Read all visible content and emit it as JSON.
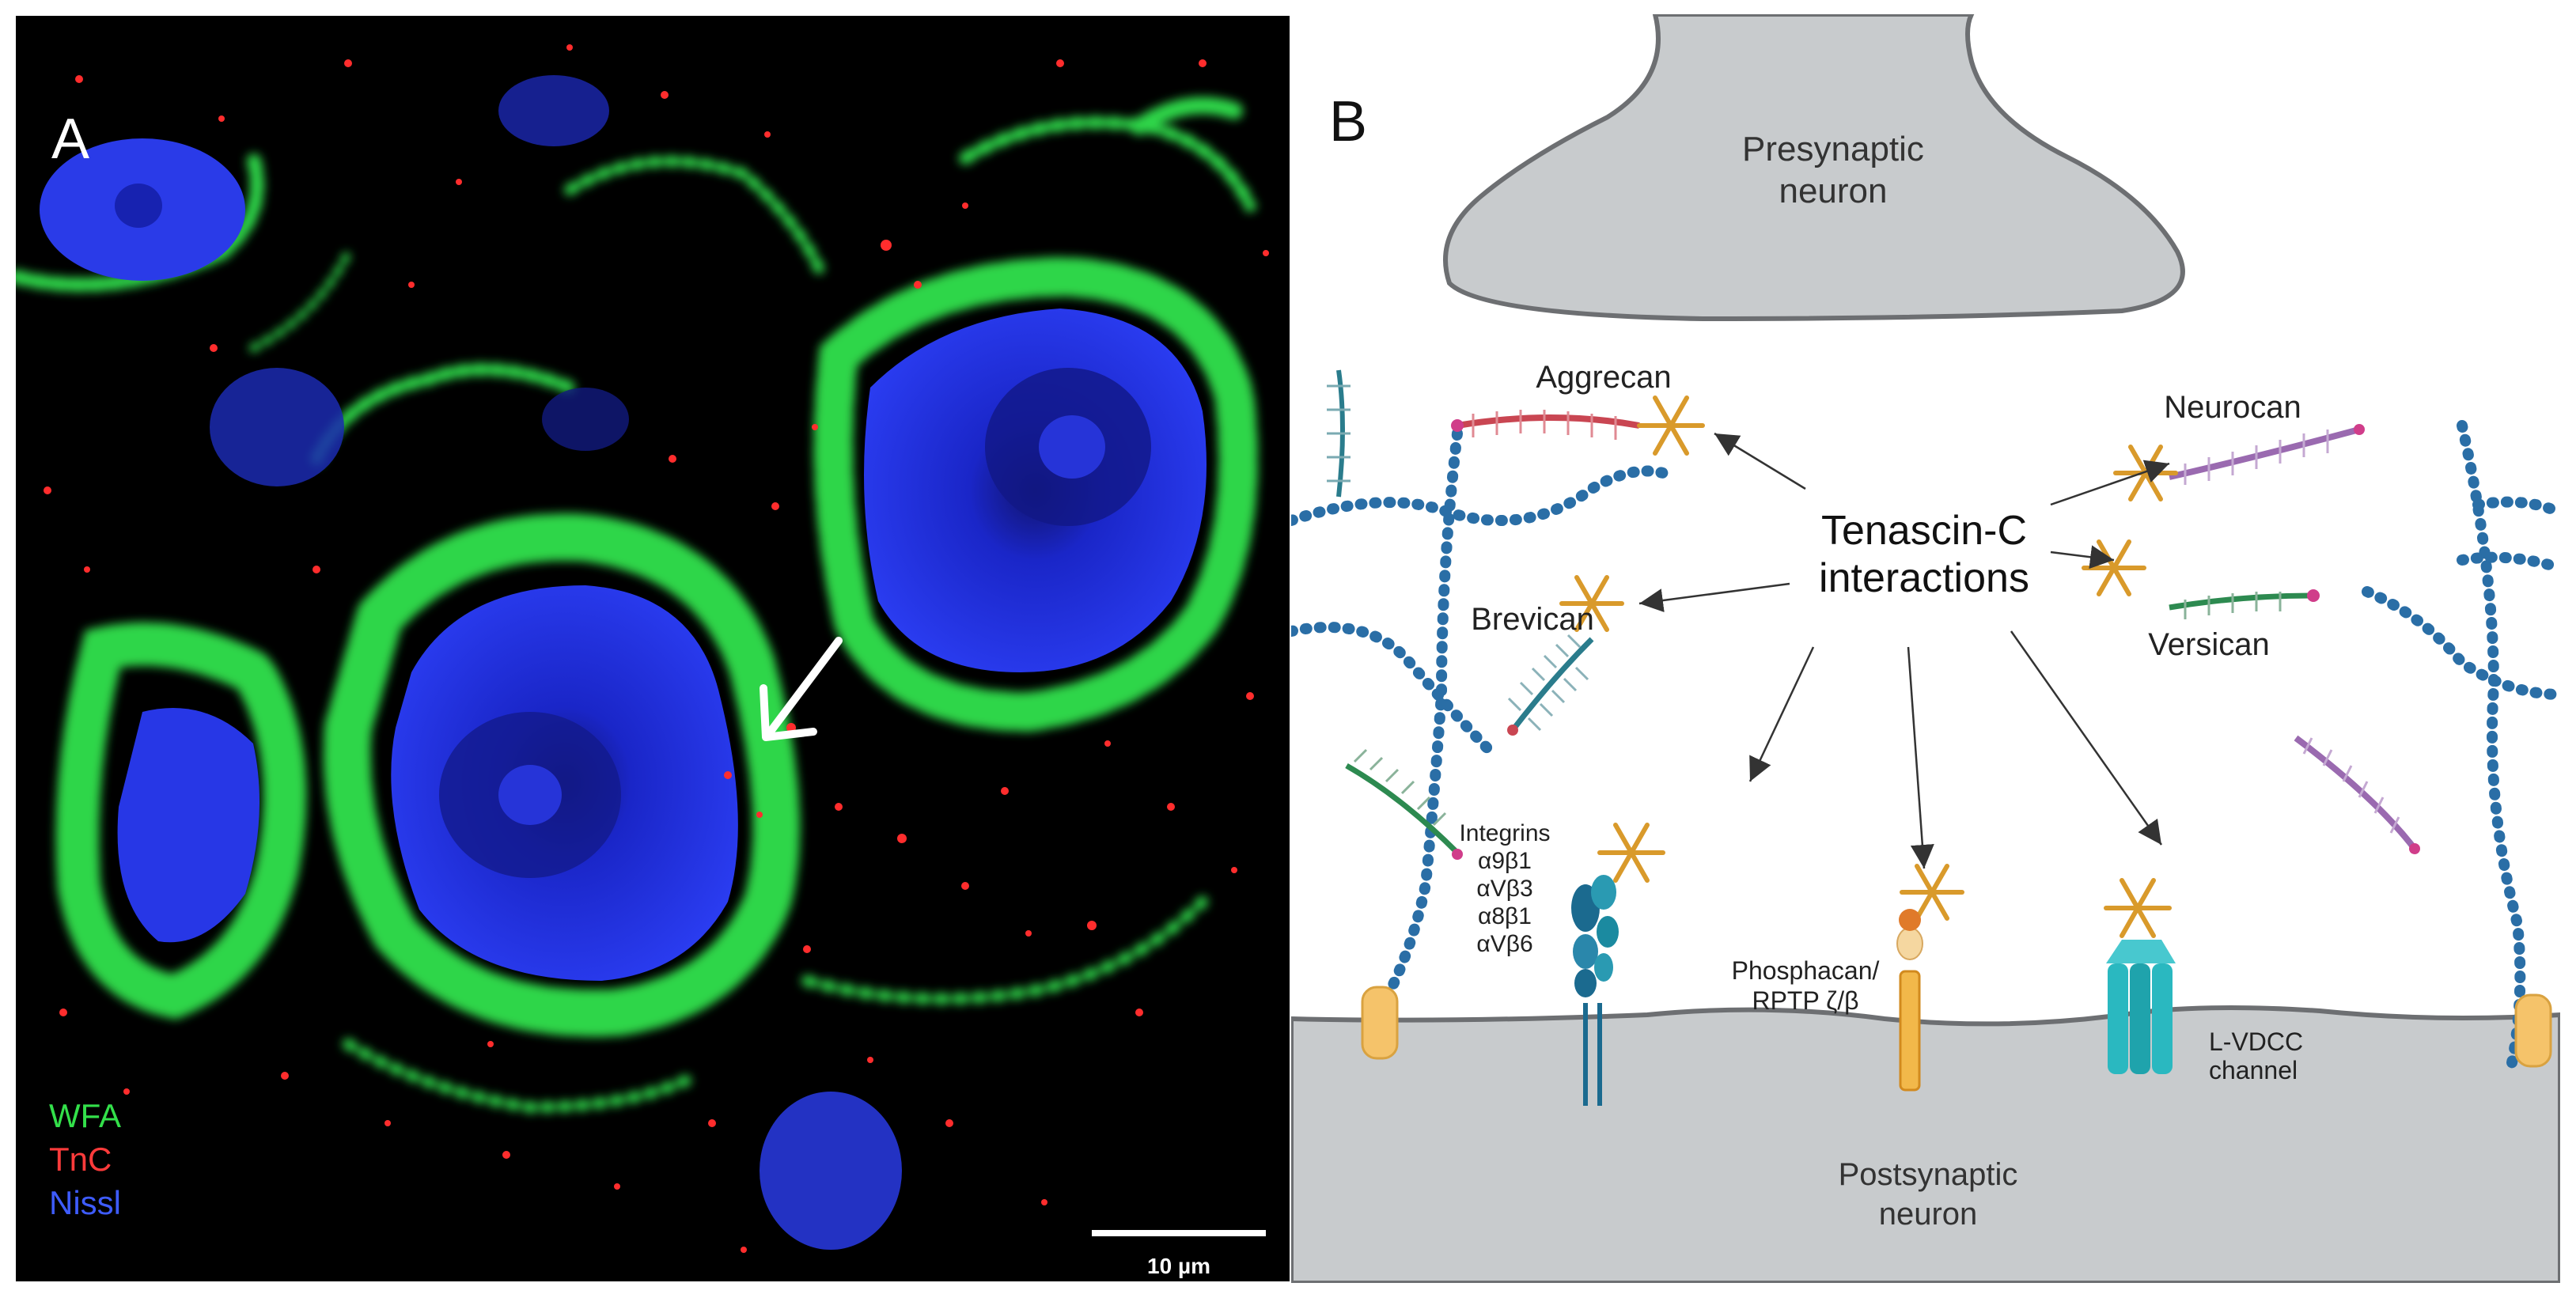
{
  "panel_a": {
    "letter": "A",
    "legend": [
      {
        "label": "WFA",
        "color": "#33e04a"
      },
      {
        "label": "TnC",
        "color": "#ff3b3b"
      },
      {
        "label": "Nissl",
        "color": "#3e5cff"
      }
    ],
    "scale_bar": "10 µm"
  },
  "panel_b": {
    "letter": "B",
    "presynaptic": [
      "Presynaptic",
      "neuron"
    ],
    "postsynaptic": [
      "Postsynaptic",
      "neuron"
    ],
    "center": [
      "Tenascin-C",
      "interactions"
    ],
    "molecules": {
      "aggrecan": "Aggrecan",
      "brevican": "Brevican",
      "neurocan": "Neurocan",
      "versican": "Versican"
    },
    "integrins": [
      "Integrins",
      "α9β1",
      "αVβ3",
      "α8β1",
      "αVβ6"
    ],
    "phosphacan": [
      "Phosphacan/",
      "RPTP ζ/β"
    ],
    "channel": [
      "L-VDCC",
      "channel"
    ]
  },
  "colors": {
    "membrane": "#c8cbcd",
    "tenascin": "#d99a2b",
    "hyaluronan": "#2a6ea6",
    "aggrecan": "#c94652",
    "brevican": "#2a7c8c",
    "versican": "#2d8a50",
    "neurocan": "#9a6ab0"
  }
}
